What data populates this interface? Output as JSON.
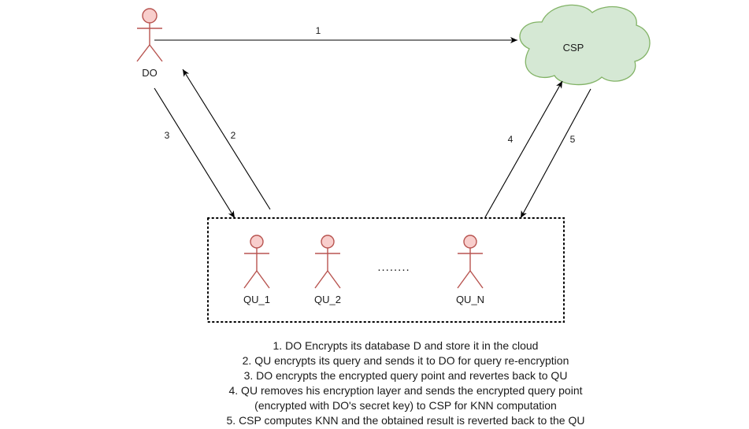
{
  "actors": {
    "do": "DO",
    "qu_1": "QU_1",
    "qu_2": "QU_2",
    "qu_n": "QU_N"
  },
  "cloud": {
    "label": "CSP",
    "fill": "#d5e8d4",
    "stroke": "#82b366"
  },
  "actor_colors": {
    "fill": "#f8cecc",
    "stroke": "#b85450"
  },
  "arrows": {
    "a1": "1",
    "a2": "2",
    "a3": "3",
    "a4": "4",
    "a5": "5"
  },
  "ellipsis": "........",
  "legend": [
    "1. DO Encrypts its database D and store it in the cloud",
    "2. QU encrypts its query and sends it to DO for query re-encryption",
    "3. DO encrypts the encrypted query point and revertes back to QU",
    "4. QU removes his encryption layer and sends the encrypted query point",
    "(encrypted with DO's secret key) to CSP for KNN computation",
    "5. CSP computes KNN and the obtained result is reverted back to the QU"
  ]
}
